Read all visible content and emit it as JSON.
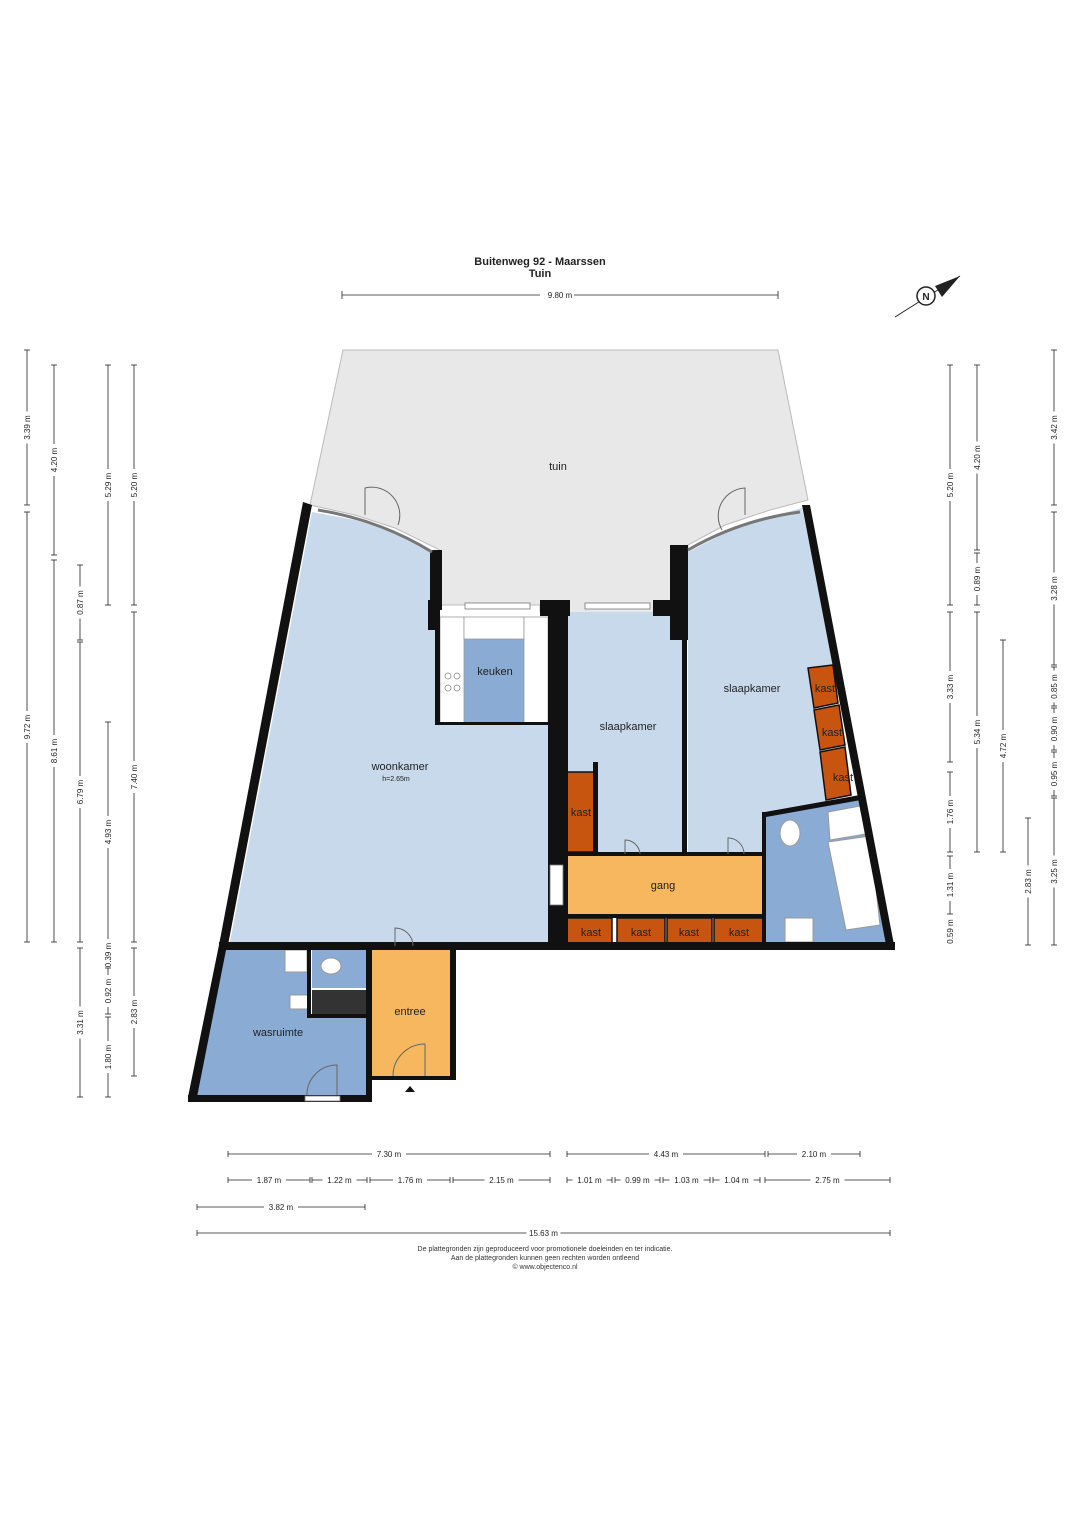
{
  "header": {
    "title": "Buitenweg 92 - Maarssen",
    "subtitle": "Tuin"
  },
  "compass": {
    "letter": "N"
  },
  "rooms": {
    "tuin": "tuin",
    "keuken": "keuken",
    "woonkamer": "woonkamer",
    "woonkamer_height": "h=2.65m",
    "slaapkamer_1": "slaapkamer",
    "slaapkamer_2": "slaapkamer",
    "gang": "gang",
    "entree": "entree",
    "wasruimte": "wasruimte",
    "kast": "kast"
  },
  "dimensions": {
    "top": "9.80 m",
    "left": [
      "3.39 m",
      "4.20 m",
      "5.29 m",
      "5.20 m",
      "9.72 m",
      "8.61 m",
      "0.87 m",
      "6.79 m",
      "7.40 m",
      "4.93 m",
      "3.31 m",
      "0.39 m",
      "0.92 m",
      "1.80 m",
      "2.83 m"
    ],
    "right": [
      "5.20 m",
      "4.20 m",
      "3.42 m",
      "0.89 m",
      "3.28 m",
      "3.33 m",
      "5.34 m",
      "4.72 m",
      "0.85 m",
      "0.90 m",
      "0.95 m",
      "1.76 m",
      "1.31 m",
      "0.59 m",
      "2.83 m",
      "3.25 m"
    ],
    "bottom_row1": [
      "7.30 m",
      "4.43 m",
      "2.10 m"
    ],
    "bottom_row2": [
      "1.87 m",
      "1.22 m",
      "1.76 m",
      "2.15 m",
      "1.01 m",
      "0.99 m",
      "1.03 m",
      "1.04 m",
      "2.75 m"
    ],
    "bottom_row3": [
      "3.82 m"
    ],
    "bottom_total": "15.63 m"
  },
  "footer": {
    "line1": "De plattegronden zijn geproduceerd voor promotionele doeleinden en ter indicatie.",
    "line2": "Aan de plattegronden kunnen geen rechten worden ontleend",
    "line3": "© www.objectenco.nl"
  },
  "colors": {
    "garden": "#e8e8e8",
    "living": "#c9d9ec",
    "wet": "#8aabd4",
    "hall": "#f7b75e",
    "closet": "#c8550f",
    "wall": "#111111"
  }
}
